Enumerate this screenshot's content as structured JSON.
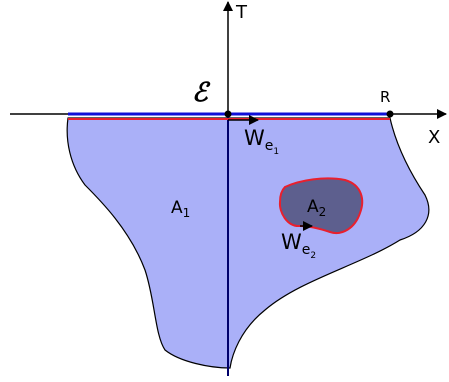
{
  "labels": {
    "t_axis": "T",
    "x_axis": "X",
    "epsilon": "ℰ",
    "r_point": "R",
    "a1_main": "A",
    "a1_sub": "1",
    "a2_main": "A",
    "a2_sub": "2",
    "we1_main": "W",
    "we1_sub": "e",
    "we1_subsub": "1",
    "we2_main": "W",
    "we2_sub": "e",
    "we2_subsub": "2"
  },
  "colors": {
    "region_a1_fill": "#aab0f8",
    "region_a2_fill": "#5d5f8e",
    "region_a2_border": "#e8202e",
    "boundary_blue": "#1010d8",
    "boundary_red": "#e8202e",
    "axis": "#000000",
    "vertical_line": "#00006b"
  }
}
